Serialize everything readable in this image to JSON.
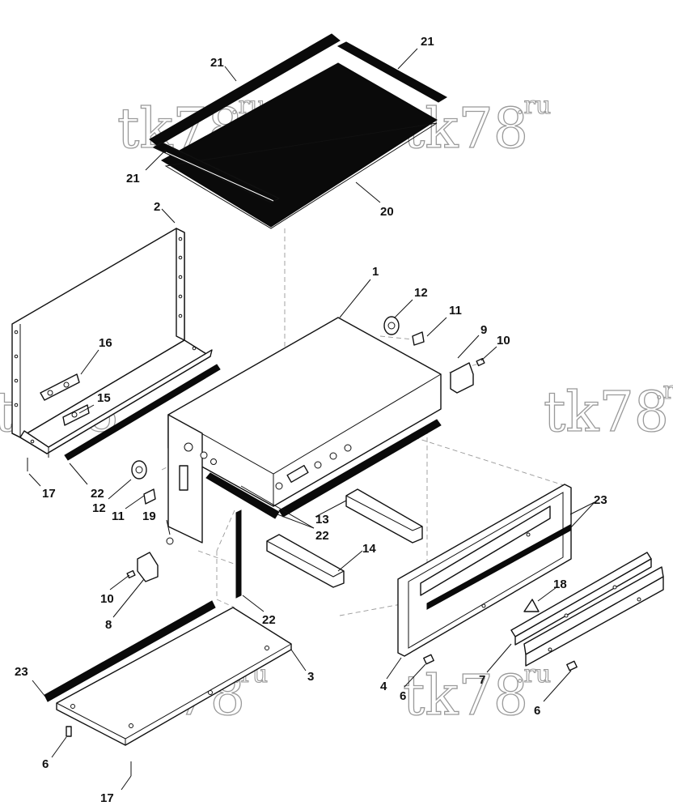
{
  "watermark": {
    "text": "tk78",
    "suffix": ".ru"
  },
  "callouts": [
    {
      "id": "c-21a",
      "text": "21"
    },
    {
      "id": "c-21b",
      "text": "21"
    },
    {
      "id": "c-21c",
      "text": "21"
    },
    {
      "id": "c-20",
      "text": "20"
    },
    {
      "id": "c-2",
      "text": "2"
    },
    {
      "id": "c-1",
      "text": "1"
    },
    {
      "id": "c-12a",
      "text": "12"
    },
    {
      "id": "c-11a",
      "text": "11"
    },
    {
      "id": "c-9",
      "text": "9"
    },
    {
      "id": "c-10a",
      "text": "10"
    },
    {
      "id": "c-16",
      "text": "16"
    },
    {
      "id": "c-15",
      "text": "15"
    },
    {
      "id": "c-17a",
      "text": "17"
    },
    {
      "id": "c-22a",
      "text": "22"
    },
    {
      "id": "c-12b",
      "text": "12"
    },
    {
      "id": "c-11b",
      "text": "11"
    },
    {
      "id": "c-19",
      "text": "19"
    },
    {
      "id": "c-13",
      "text": "13"
    },
    {
      "id": "c-22b",
      "text": "22"
    },
    {
      "id": "c-23a",
      "text": "23"
    },
    {
      "id": "c-14",
      "text": "14"
    },
    {
      "id": "c-10b",
      "text": "10"
    },
    {
      "id": "c-8",
      "text": "8"
    },
    {
      "id": "c-18",
      "text": "18"
    },
    {
      "id": "c-22c",
      "text": "22"
    },
    {
      "id": "c-3",
      "text": "3"
    },
    {
      "id": "c-23b",
      "text": "23"
    },
    {
      "id": "c-4",
      "text": "4"
    },
    {
      "id": "c-6a",
      "text": "6"
    },
    {
      "id": "c-7",
      "text": "7"
    },
    {
      "id": "c-6b",
      "text": "6"
    },
    {
      "id": "c-6c",
      "text": "6"
    },
    {
      "id": "c-17b",
      "text": "17"
    }
  ]
}
